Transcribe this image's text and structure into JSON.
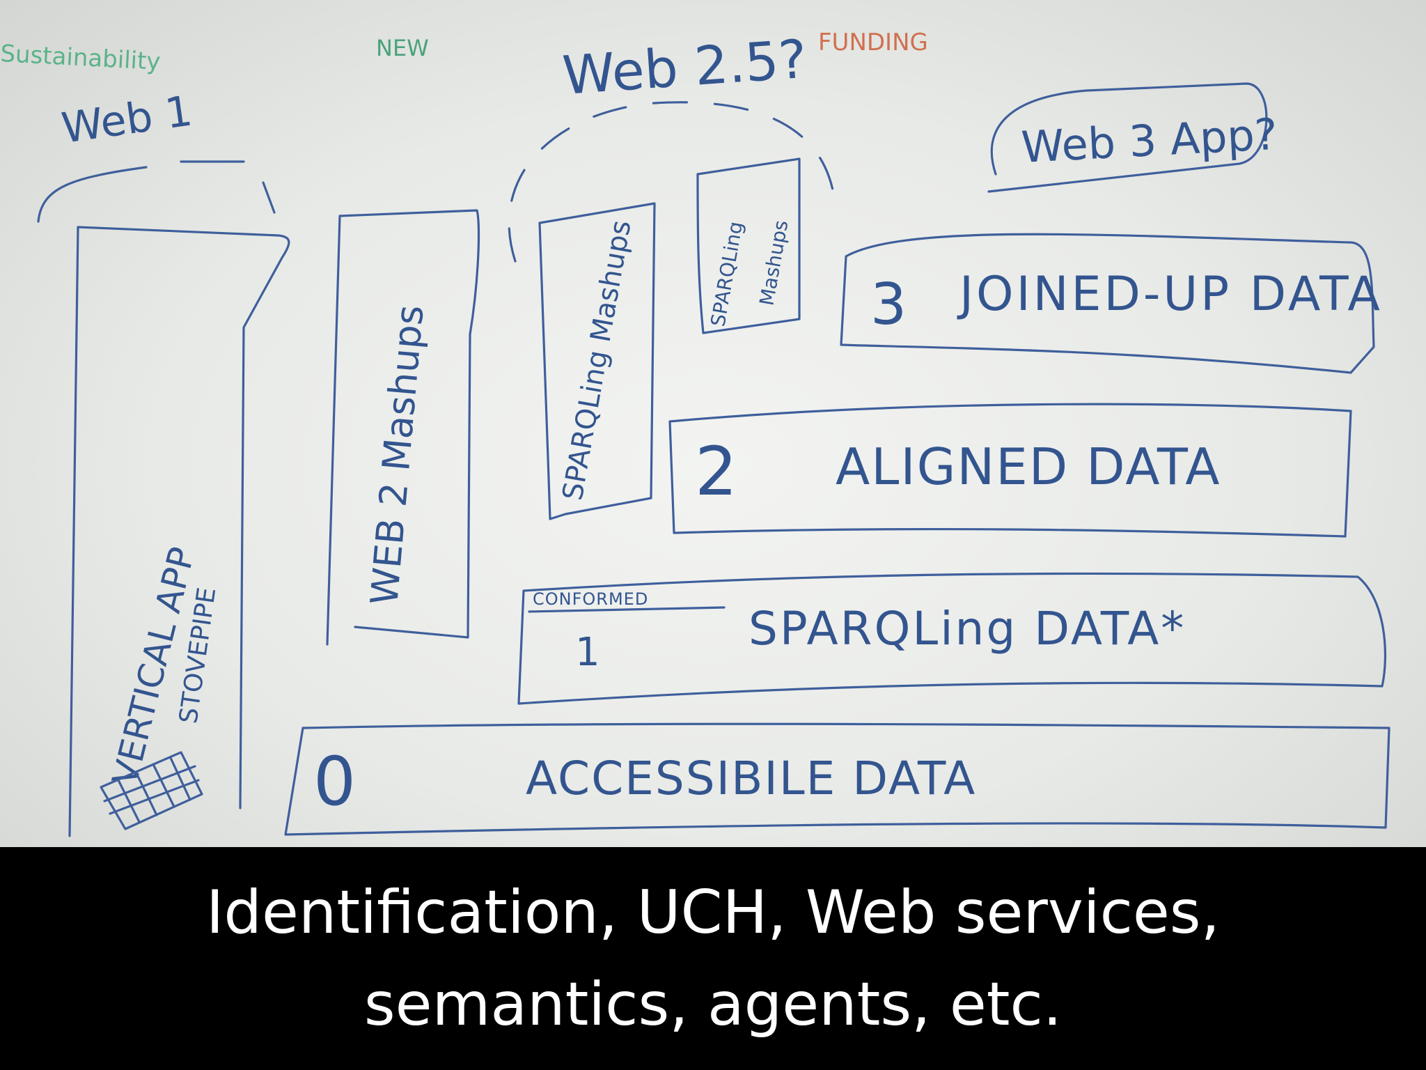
{
  "whiteboard": {
    "corner_notes": {
      "sustainability": "Sustainability",
      "new": "NEW",
      "funding": "FUNDING"
    },
    "phases": {
      "web1": "Web 1",
      "web25": "Web 2.5?",
      "web3": "Web 3 App?"
    },
    "columns": {
      "vertical_app": "VERTICAL APP",
      "stovepipe": "STOVEPIPE",
      "web2_mashups": "WEB 2 Mashups",
      "sparqling_mashups": "SPARQLing Mashups",
      "sparqling_mashups_small_1": "SPARQLing",
      "sparqling_mashups_small_2": "Mashups"
    },
    "layers": [
      {
        "number": "3",
        "label": "JOINED-UP DATA"
      },
      {
        "number": "2",
        "label": "ALIGNED DATA"
      },
      {
        "number": "1",
        "label": "SPARQLing DATA*",
        "tag": "CONFORMED"
      },
      {
        "number": "0",
        "label": "ACCESSIBILE DATA"
      }
    ],
    "colors": {
      "ink_blue": "#3f5f9c",
      "ink_green": "#4aa37a",
      "ink_red": "#d0704f",
      "board": "#eef0ed"
    }
  },
  "caption": {
    "line1": "Identification, UCH, Web services,",
    "line2": "semantics, agents, etc."
  }
}
